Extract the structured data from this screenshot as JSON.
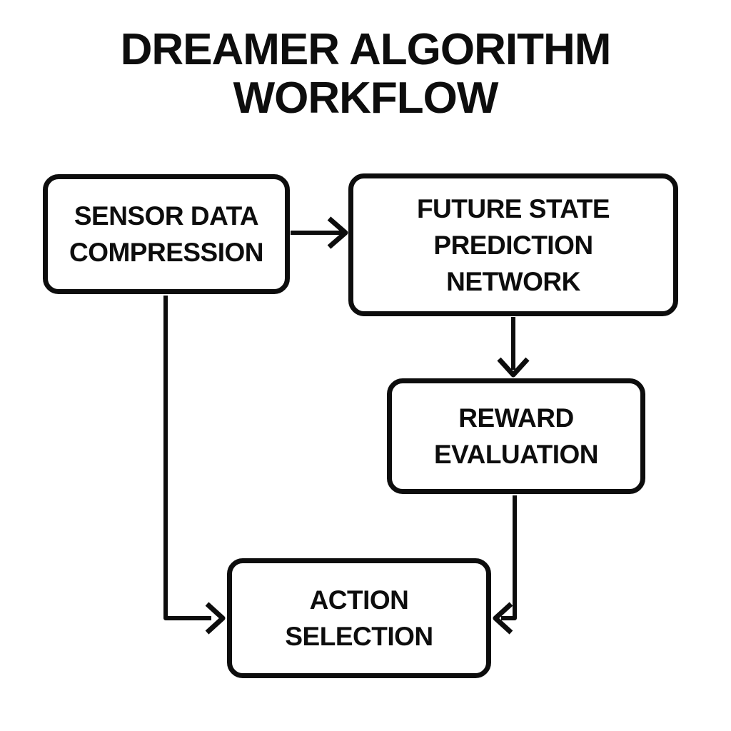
{
  "title": {
    "text": "DREAMER ALGORITHM WORKFLOW"
  },
  "diagram": {
    "nodes": [
      {
        "id": "sensor-data-compression",
        "label": "SENSOR DATA COMPRESSION"
      },
      {
        "id": "future-state-prediction-network",
        "label": "FUTURE STATE PREDICTION NETWORK"
      },
      {
        "id": "reward-evaluation",
        "label": "REWARD EVALUATION"
      },
      {
        "id": "action-selection",
        "label": "ACTION SELECTION"
      }
    ],
    "edges": [
      {
        "from": "sensor-data-compression",
        "to": "future-state-prediction-network"
      },
      {
        "from": "future-state-prediction-network",
        "to": "reward-evaluation"
      },
      {
        "from": "reward-evaluation",
        "to": "action-selection"
      },
      {
        "from": "sensor-data-compression",
        "to": "action-selection"
      }
    ]
  },
  "colors": {
    "background": "#ffffff",
    "line": "#0d0d0d",
    "text": "#0d0d0d"
  }
}
